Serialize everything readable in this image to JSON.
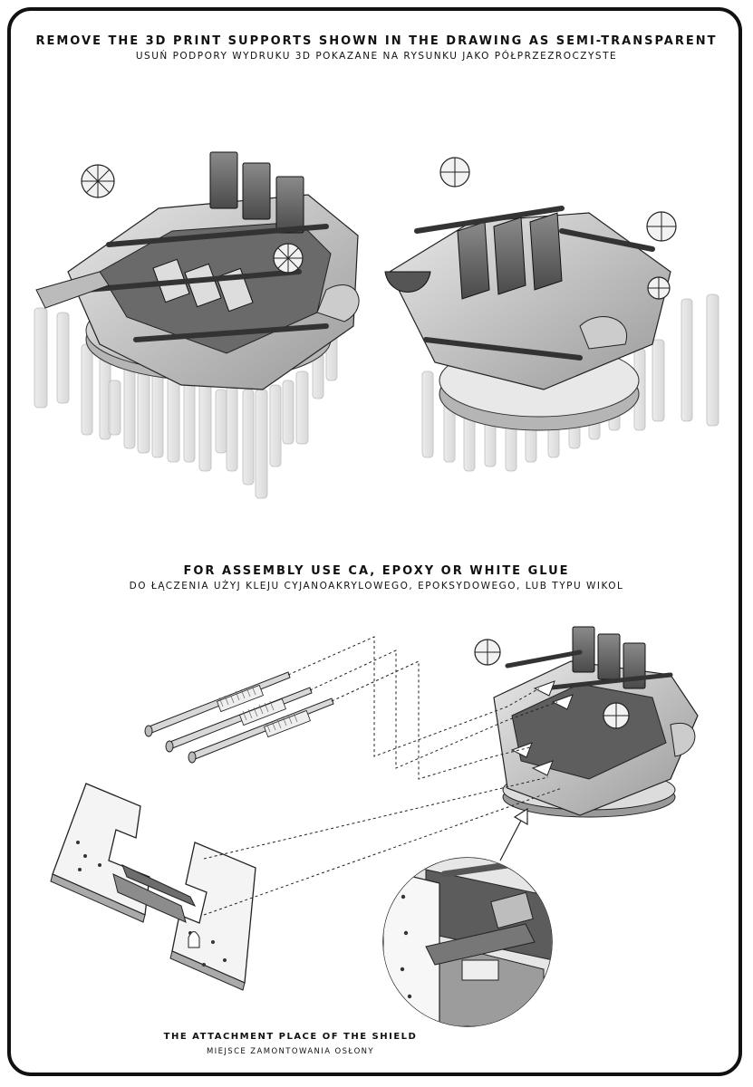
{
  "section_top": {
    "title_en": "REMOVE THE 3D PRINT SUPPORTS SHOWN IN THE DRAWING AS SEMI-TRANSPARENT",
    "title_pl": "USUŃ PODPORY WYDRUKU 3D POKAZANE NA RYSUNKU JAKO PÓŁPRZEZROCZYSTE"
  },
  "section_bottom": {
    "title_en": "FOR ASSEMBLY USE CA, EPOXY OR WHITE GLUE",
    "title_pl": "DO ŁĄCZENIA UŻYJ KLEJU CYJANOAKRYLOWEGO, EPOKSYDOWEGO, LUB TYPU WIKOL"
  },
  "detail_caption": {
    "en": "THE ATTACHMENT PLACE OF THE SHIELD",
    "pl": "MIEJSCE ZAMONTOWANIA OSŁONY"
  }
}
